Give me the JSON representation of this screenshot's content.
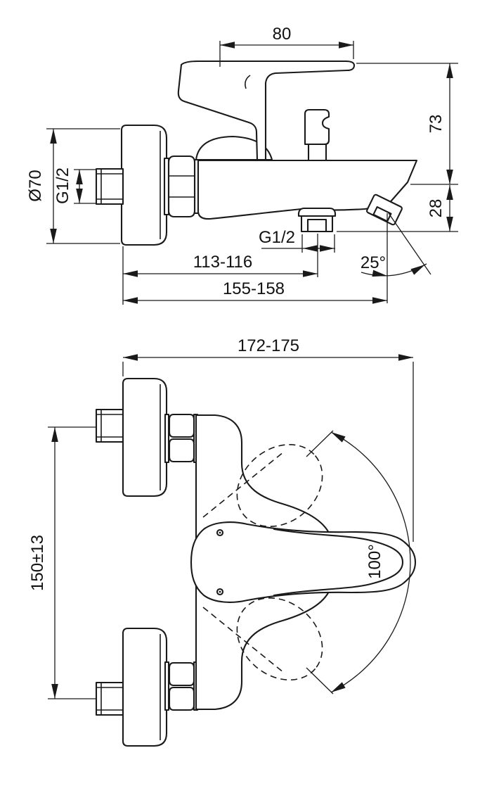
{
  "drawing": {
    "product": "wall-mounted single-lever bath shower mixer dimensional drawing",
    "colors": {
      "line": "#1a1a1a",
      "background": "#ffffff"
    },
    "side_view": {
      "dims": {
        "lever_length": "80",
        "body_height": "73",
        "spout_drop": "28",
        "escutcheon_diameter": "Ø70",
        "inlet_thread": "G1/2",
        "shower_outlet_thread": "G1/2",
        "wall_to_shower_outlet": "113-116",
        "wall_to_spout_tip": "155-158",
        "spout_angle": "25°"
      }
    },
    "front_view": {
      "dims": {
        "overall_width": "172-175",
        "inlet_centre_distance": "150±13",
        "handle_swing_angle": "100°"
      }
    }
  }
}
